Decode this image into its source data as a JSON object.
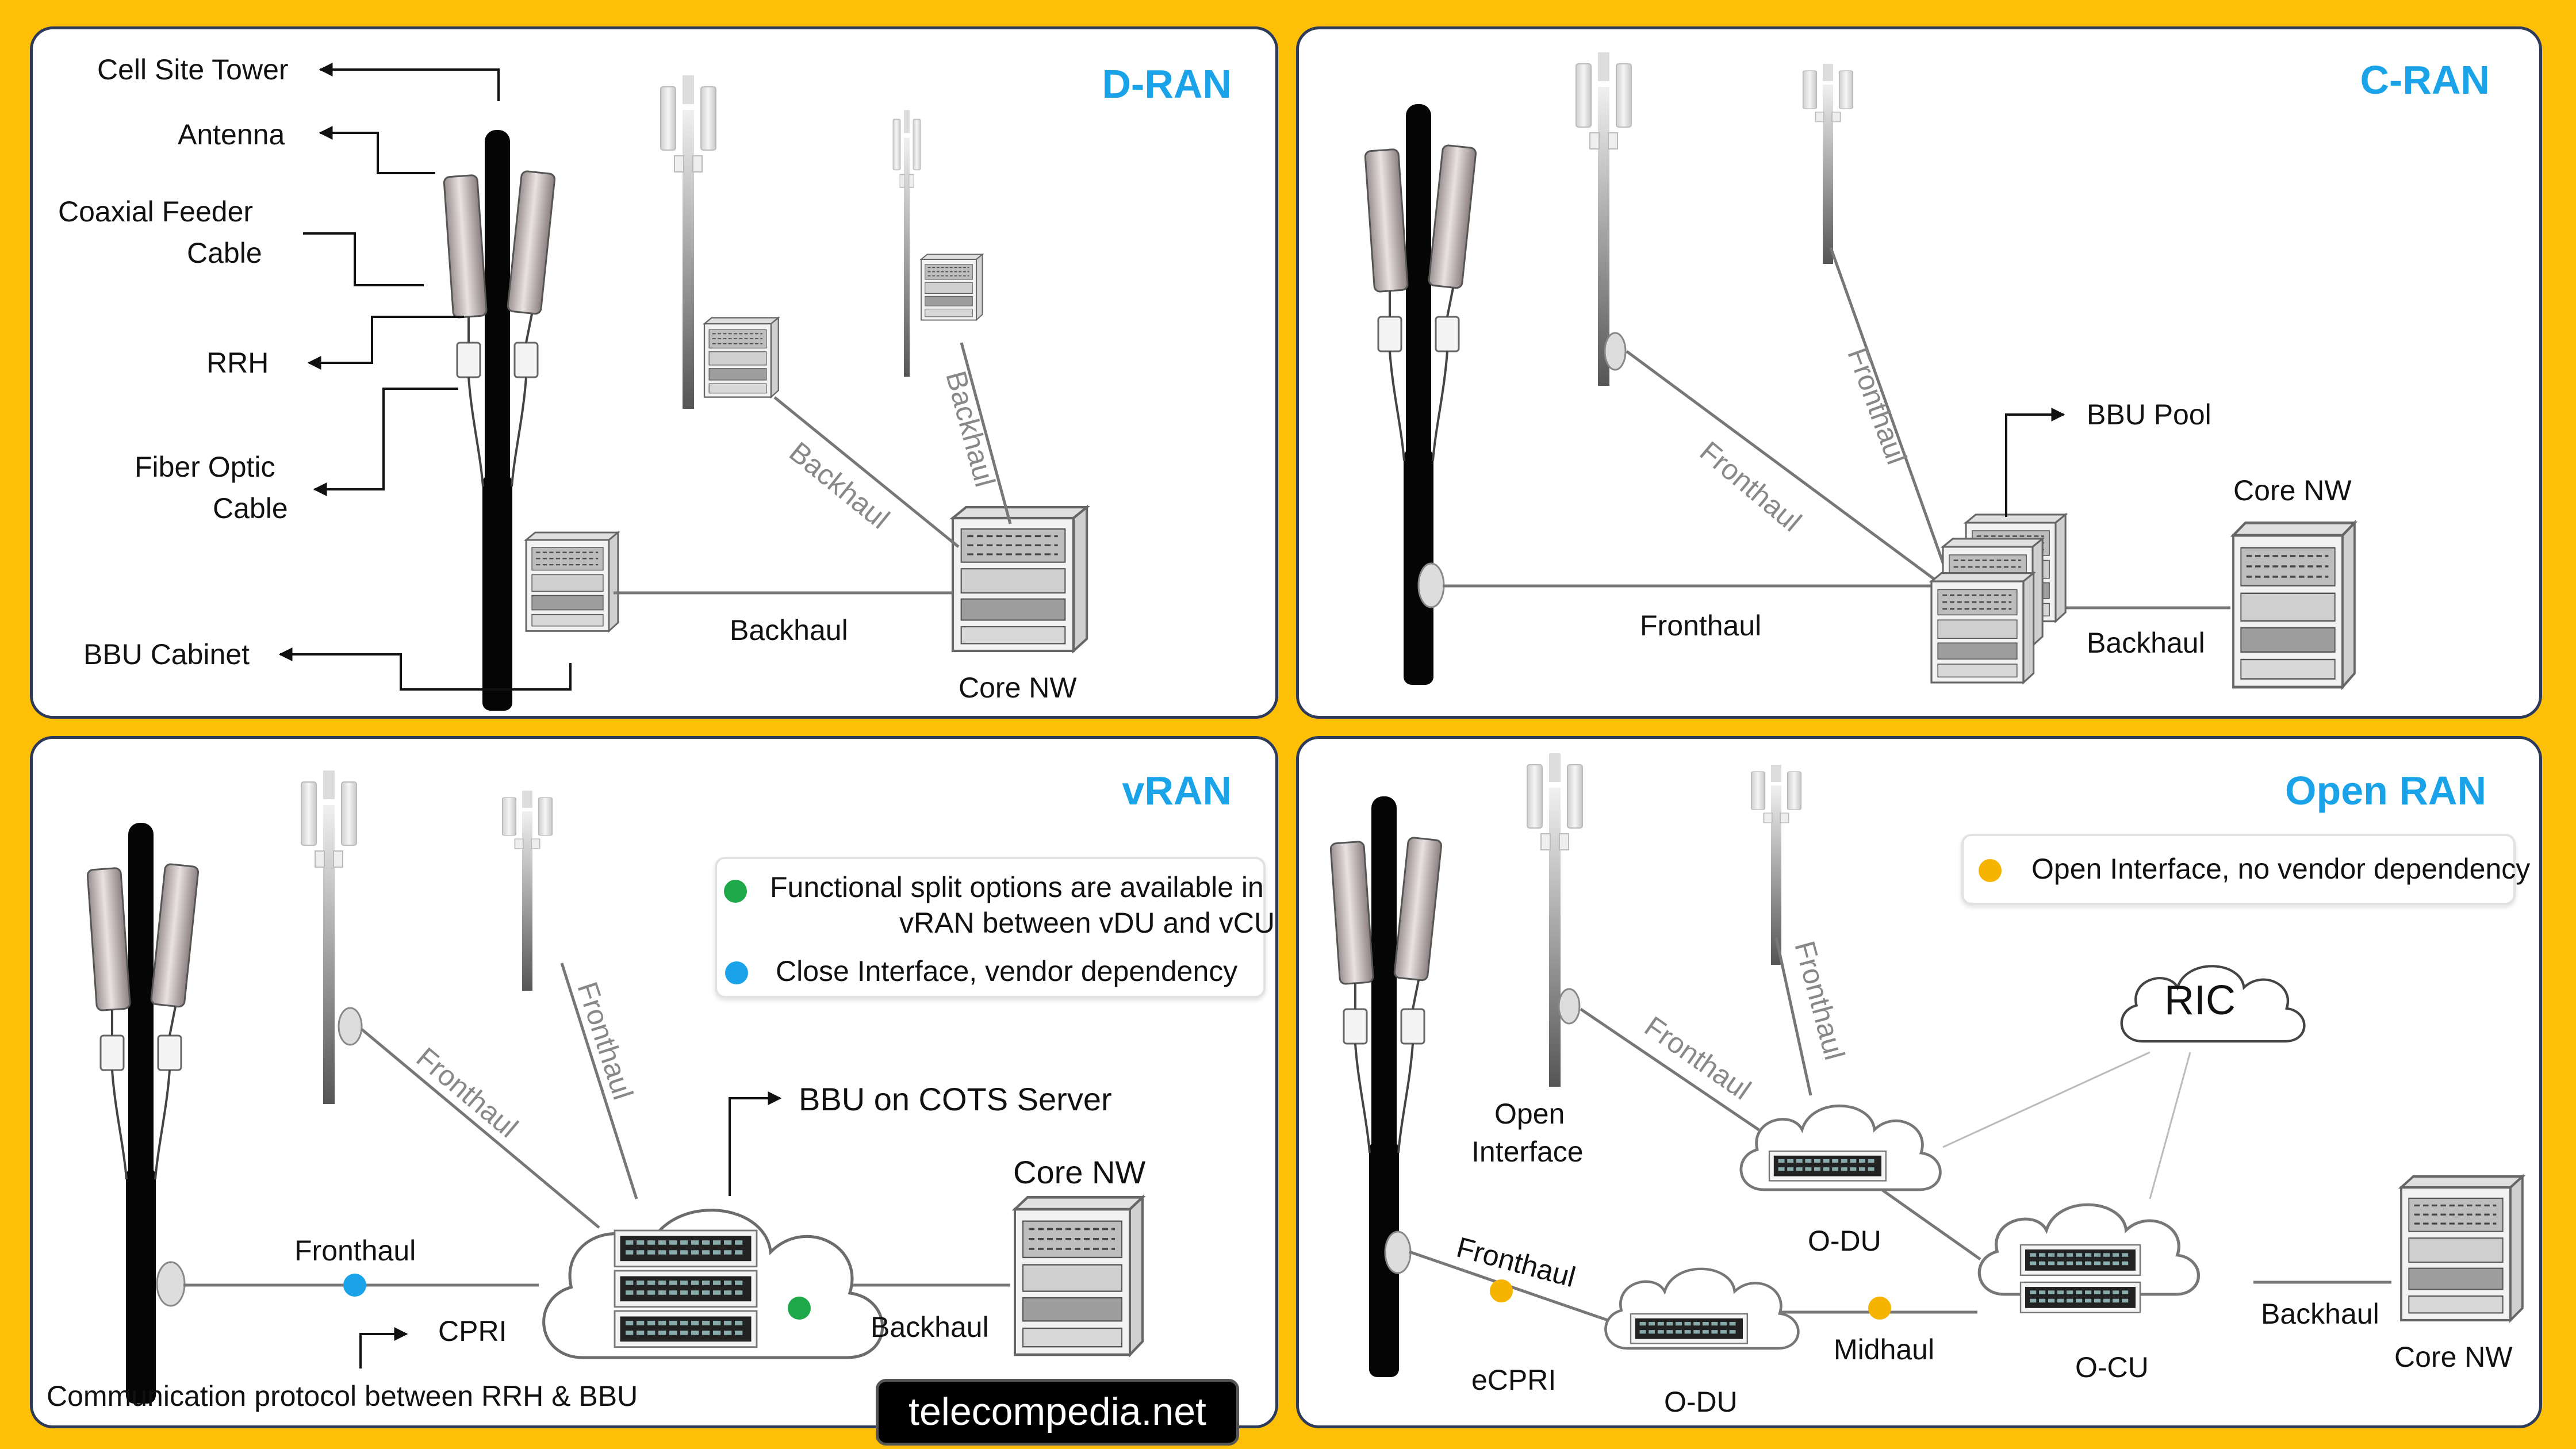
{
  "panels": {
    "dran": {
      "title": "D-RAN",
      "labels": {
        "cell_site_tower": "Cell Site Tower",
        "antenna": "Antenna",
        "coax_1": "Coaxial Feeder",
        "coax_2": "Cable",
        "rrh": "RRH",
        "fiber_1": "Fiber Optic",
        "fiber_2": "Cable",
        "bbu_cabinet": "BBU Cabinet",
        "backhaul_1": "Backhaul",
        "backhaul_2": "Backhaul",
        "backhaul_3": "Backhaul",
        "core_nw": "Core NW"
      }
    },
    "cran": {
      "title": "C-RAN",
      "labels": {
        "fronthaul_1": "Fronthaul",
        "fronthaul_2": "Fronthaul",
        "fronthaul_3": "Fronthaul",
        "bbu_pool": "BBU Pool",
        "core_nw": "Core NW",
        "backhaul": "Backhaul"
      }
    },
    "vran": {
      "title": "vRAN",
      "legend": {
        "item1_line1": "Functional split options are available in",
        "item1_line2": "vRAN between vDU and vCU",
        "item2": "Close Interface, vendor dependency"
      },
      "labels": {
        "fronthaul_1": "Fronthaul",
        "fronthaul_2": "Fronthaul",
        "fronthaul_3": "Fronthaul",
        "bbu_cots": "BBU on COTS Server",
        "core_nw": "Core NW",
        "backhaul": "Backhaul",
        "cpri": "CPRI",
        "protocol": "Communication protocol between RRH & BBU"
      }
    },
    "oran": {
      "title": "Open RAN",
      "legend": {
        "item1": "Open Interface, no vendor dependency"
      },
      "labels": {
        "ric": "RIC",
        "fronthaul_1": "Fronthaul",
        "fronthaul_2": "Fronthaul",
        "fronthaul_3": "Fronthaul",
        "open_interface_1": "Open",
        "open_interface_2": "Interface",
        "odu_top": "O-DU",
        "odu_bottom": "O-DU",
        "ocu": "O-CU",
        "midhaul": "Midhaul",
        "ecpri": "eCPRI",
        "backhaul": "Backhaul",
        "core_nw": "Core NW"
      }
    }
  },
  "brand": "telecompedia.net",
  "colors": {
    "background": "#FDC007",
    "title": "#1aa3e8",
    "green_dot": "#1fa84a",
    "blue_dot": "#1aa3e8",
    "orange_dot": "#f6b400"
  }
}
